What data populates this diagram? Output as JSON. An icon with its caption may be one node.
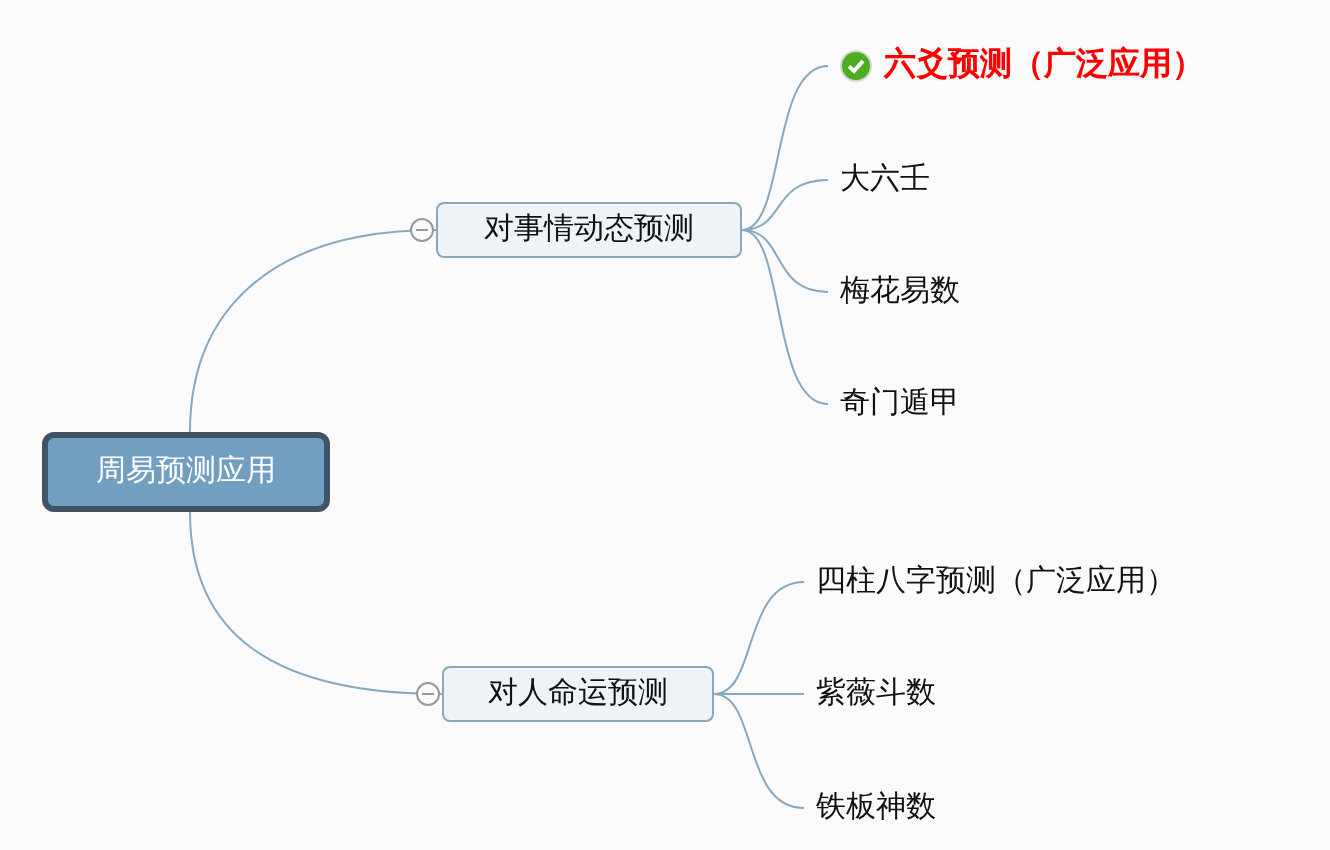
{
  "diagram": {
    "nodes": [
      {
        "text": [
          "周易预测应用"
        ]
      },
      {
        "text": [
          "对事情动态预测"
        ]
      },
      {
        "text": [
          "六爻预测（广泛应用）"
        ]
      },
      {
        "text": [
          "大六壬"
        ]
      },
      {
        "text": [
          "梅花易数"
        ]
      },
      {
        "text": [
          "奇门遁甲"
        ]
      },
      {
        "text": [
          "对人命运预测"
        ]
      },
      {
        "text": [
          "四柱八字预测（广泛应用）"
        ]
      },
      {
        "text": [
          "紫薇斗数"
        ]
      },
      {
        "text": [
          "铁板神数"
        ]
      }
    ],
    "edges": [
      {
        "from": 0,
        "to": 1,
        "arrow": "none"
      },
      {
        "from": 1,
        "to": 2,
        "arrow": "none"
      },
      {
        "from": 1,
        "to": 3,
        "arrow": "none"
      },
      {
        "from": 1,
        "to": 4,
        "arrow": "none"
      },
      {
        "from": 1,
        "to": 5,
        "arrow": "none"
      },
      {
        "from": 0,
        "to": 6,
        "arrow": "none"
      },
      {
        "from": 6,
        "to": 7,
        "arrow": "none"
      },
      {
        "from": 6,
        "to": 8,
        "arrow": "none"
      },
      {
        "from": 6,
        "to": 9,
        "arrow": "none"
      }
    ]
  }
}
